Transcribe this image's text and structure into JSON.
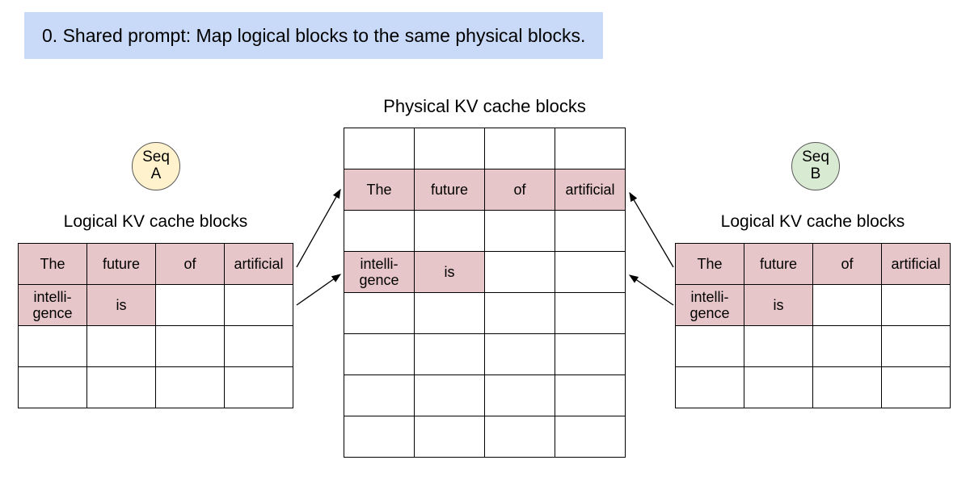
{
  "title": {
    "text": "0. Shared prompt: Map logical blocks to the same physical blocks."
  },
  "physical": {
    "label": "Physical KV cache blocks",
    "rows": [
      [
        "",
        "",
        "",
        ""
      ],
      [
        "The",
        "future",
        "of",
        "artificial"
      ],
      [
        "",
        "",
        "",
        ""
      ],
      [
        "intelli-\ngence",
        "is",
        "",
        ""
      ],
      [
        "",
        "",
        "",
        ""
      ],
      [
        "",
        "",
        "",
        ""
      ],
      [
        "",
        "",
        "",
        ""
      ],
      [
        "",
        "",
        "",
        ""
      ]
    ]
  },
  "seq_a": {
    "line1": "Seq",
    "line2": "A",
    "label": "Logical KV cache blocks",
    "rows": [
      [
        "The",
        "future",
        "of",
        "artificial"
      ],
      [
        "intelli-\ngence",
        "is",
        "",
        ""
      ],
      [
        "",
        "",
        "",
        ""
      ],
      [
        "",
        "",
        "",
        ""
      ]
    ]
  },
  "seq_b": {
    "line1": "Seq",
    "line2": "B",
    "label": "Logical KV cache blocks",
    "rows": [
      [
        "The",
        "future",
        "of",
        "artificial"
      ],
      [
        "intelli-\ngence",
        "is",
        "",
        ""
      ],
      [
        "",
        "",
        "",
        ""
      ],
      [
        "",
        "",
        "",
        ""
      ]
    ]
  },
  "colors": {
    "banner_bg": "#c9daf8",
    "filled_cell": "#e6c6c8",
    "seq_a_circle": "#fff2cc",
    "seq_b_circle": "#d9ead3",
    "table_border": "#000000"
  }
}
